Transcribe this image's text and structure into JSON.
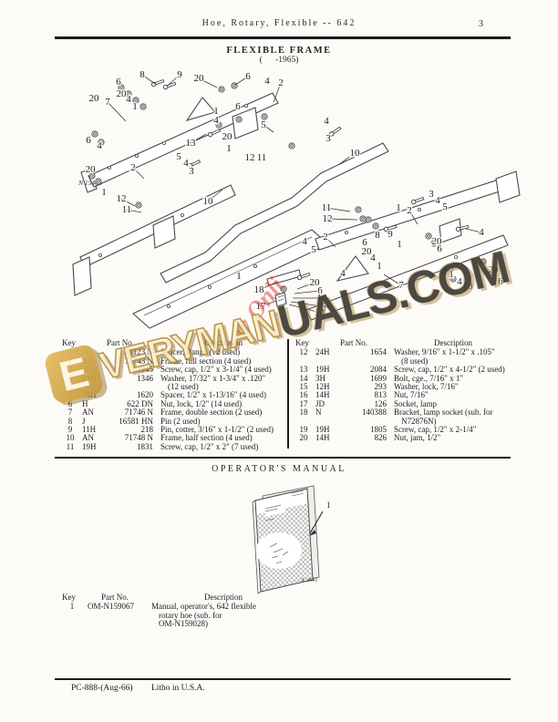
{
  "page": {
    "header": {
      "title": "Hoe, Rotary, Flexible -- 642",
      "page_number": "3"
    },
    "section": {
      "title": "FLEXIBLE FRAME",
      "subtitle": "(      -1965)"
    },
    "footer": {
      "code": "PC-888-(Aug-66)",
      "litho": "Litho in U.S.A."
    }
  },
  "watermark": {
    "full_text": "EVERYMANUALS.COM",
    "logo_letter": "E",
    "gold_part": "VERYMAN",
    "dark_part": "UALS.COM",
    "diagonal_text": "w Onli",
    "gold_color": "#d1a550",
    "dark_color": "#44403a",
    "red_color": "#e2423c"
  },
  "diagram": {
    "figure_label": "N 15408",
    "callouts": [
      [
        "20",
        103,
        108
      ],
      [
        "7",
        118,
        112,
        138,
        133
      ],
      [
        "6",
        130,
        90
      ],
      [
        "20",
        133,
        103
      ],
      [
        "4",
        141,
        109
      ],
      [
        "1",
        148,
        117
      ],
      [
        "8",
        156,
        82,
        170,
        92
      ],
      [
        "9",
        197,
        82,
        184,
        94
      ],
      [
        "20",
        218,
        86,
        238,
        96
      ],
      [
        "6",
        272,
        84,
        258,
        93
      ],
      [
        "4",
        293,
        89
      ],
      [
        "2",
        308,
        91,
        300,
        112
      ],
      [
        "6",
        97,
        154
      ],
      [
        "4",
        109,
        160
      ],
      [
        "20",
        99,
        186
      ],
      [
        "1",
        114,
        211
      ],
      [
        "2",
        146,
        184,
        158,
        196
      ],
      [
        "12",
        133,
        218,
        148,
        226
      ],
      [
        "11",
        139,
        230,
        155,
        233
      ],
      [
        "5",
        196,
        172
      ],
      [
        "4",
        204,
        179
      ],
      [
        "3",
        210,
        188
      ],
      [
        "1",
        237,
        122
      ],
      [
        "4",
        237,
        132
      ],
      [
        "13",
        209,
        157,
        226,
        147
      ],
      [
        "20",
        249,
        150
      ],
      [
        "6",
        261,
        117
      ],
      [
        "1",
        251,
        163
      ],
      [
        "5",
        289,
        137,
        300,
        145
      ],
      [
        "12",
        274,
        173
      ],
      [
        "11",
        287,
        173
      ],
      [
        "10",
        228,
        221,
        244,
        208
      ],
      [
        "4",
        358,
        133
      ],
      [
        "3",
        360,
        152
      ],
      [
        "10",
        389,
        168,
        371,
        181
      ],
      [
        "3",
        473,
        213
      ],
      [
        "4",
        480,
        220
      ],
      [
        "5",
        488,
        227
      ],
      [
        "1",
        437,
        228
      ],
      [
        "2",
        449,
        231,
        458,
        246
      ],
      [
        "11",
        358,
        228,
        384,
        232
      ],
      [
        "12",
        359,
        240,
        392,
        241
      ],
      [
        "4",
        528,
        255,
        511,
        251
      ],
      [
        "8",
        414,
        258
      ],
      [
        "9",
        428,
        257
      ],
      [
        "6",
        400,
        266
      ],
      [
        "20",
        402,
        276
      ],
      [
        "4",
        409,
        283
      ],
      [
        "1",
        416,
        292
      ],
      [
        "1",
        438,
        268
      ],
      [
        "20",
        479,
        265
      ],
      [
        "6",
        482,
        273
      ],
      [
        "2",
        357,
        260,
        368,
        271
      ],
      [
        "5",
        344,
        274
      ],
      [
        "4",
        334,
        265
      ],
      [
        "4",
        376,
        300
      ],
      [
        "20",
        345,
        310,
        326,
        317
      ],
      [
        "6",
        351,
        319,
        323,
        322
      ],
      [
        "16",
        353,
        327,
        321,
        327
      ],
      [
        "15",
        352,
        336,
        319,
        331
      ],
      [
        "14",
        351,
        343,
        317,
        334
      ],
      [
        "18",
        284,
        318,
        305,
        309
      ],
      [
        "17",
        286,
        336,
        303,
        330
      ],
      [
        "1",
        262,
        303
      ],
      [
        "20",
        541,
        296
      ],
      [
        "6",
        549,
        309
      ],
      [
        "1",
        495,
        301
      ],
      [
        "4",
        504,
        309
      ],
      [
        "13",
        513,
        314
      ],
      [
        "7",
        440,
        313,
        421,
        301
      ]
    ],
    "hardware": [
      [
        "w",
        243,
        98
      ],
      [
        "w",
        257,
        94
      ],
      [
        "b",
        170,
        92,
        -20
      ],
      [
        "b",
        183,
        95,
        -20
      ],
      [
        "w",
        133,
        96
      ],
      [
        "w",
        141,
        103
      ],
      [
        "w",
        149,
        110
      ],
      [
        "w",
        157,
        117
      ],
      [
        "w",
        104,
        147
      ],
      [
        "w",
        111,
        156
      ],
      [
        "w",
        101,
        193
      ],
      [
        "w",
        108,
        199
      ],
      [
        "w",
        152,
        225
      ],
      [
        "w",
        290,
        128
      ],
      [
        "w",
        262,
        131
      ],
      [
        "b",
        232,
        147,
        -25
      ],
      [
        "b",
        210,
        181,
        -25
      ],
      [
        "w",
        240,
        137
      ],
      [
        "b",
        365,
        146,
        -35
      ],
      [
        "w",
        320,
        160
      ],
      [
        "b",
        455,
        221,
        -20
      ],
      [
        "w",
        404,
        241
      ],
      [
        "b",
        425,
        251,
        -15
      ],
      [
        "w",
        412,
        248
      ],
      [
        "b",
        504,
        251,
        -15
      ],
      [
        "w",
        530,
        287
      ],
      [
        "w",
        538,
        299
      ],
      [
        "w",
        470,
        259
      ],
      [
        "w",
        476,
        267
      ],
      [
        "b",
        330,
        304,
        -20
      ],
      [
        "w",
        311,
        317
      ],
      [
        "w",
        393,
        230
      ],
      [
        "w",
        398,
        240
      ],
      [
        "b",
        487,
        297,
        -15
      ],
      [
        "w",
        497,
        306
      ]
    ]
  },
  "parts_table": {
    "headers": [
      "Key",
      "Part No.",
      "Description"
    ],
    "left_rows": [
      {
        "key": "1",
        "prefix": "N",
        "number": "73123 N",
        "desc": "Spacer, flange (12 used)"
      },
      {
        "key": "2",
        "prefix": "AN",
        "number": "71743 N",
        "desc": "Frame, full section (4 used)"
      },
      {
        "key": "3",
        "prefix": "19H",
        "number": "1945",
        "desc": "Screw, cap, 1/2\" x 3-1/4\" (4 used)"
      },
      {
        "key": "4",
        "prefix": "24H",
        "number": "1346",
        "desc": "Washer, 17/32\" x 1-3/4\" x .120\"\n(12 used)"
      },
      {
        "key": "5",
        "prefix": "28H",
        "number": "1620",
        "desc": "Spacer, 1/2\" x 1-13/16\" (4 used)"
      },
      {
        "key": "6",
        "prefix": "H",
        "number": "622 DN",
        "desc": "Nut, lock, 1/2\" (14 used)"
      },
      {
        "key": "7",
        "prefix": "AN",
        "number": "71746 N",
        "desc": "Frame, double section (2 used)"
      },
      {
        "key": "8",
        "prefix": "J",
        "number": "16581 HN",
        "desc": "Pin (2 used)"
      },
      {
        "key": "9",
        "prefix": "11H",
        "number": "218",
        "desc": "Pin, cotter, 3/16\" x 1-1/2\" (2 used)"
      },
      {
        "key": "10",
        "prefix": "AN",
        "number": "71748 N",
        "desc": "Frame, half section (4 used)"
      },
      {
        "key": "11",
        "prefix": "19H",
        "number": "1831",
        "desc": "Screw, cap, 1/2\" x 2\" (7 used)"
      }
    ],
    "right_rows": [
      {
        "key": "12",
        "prefix": "24H",
        "number": "1654",
        "desc": "Washer, 9/16\" x 1-1/2\" x .105\"\n(8 used)"
      },
      {
        "key": "13",
        "prefix": "19H",
        "number": "2084",
        "desc": "Screw, cap, 1/2\" x 4-1/2\" (2 used)"
      },
      {
        "key": "14",
        "prefix": "3H",
        "number": "1699",
        "desc": "Bolt, cge., 7/16\" x 1\""
      },
      {
        "key": "15",
        "prefix": "12H",
        "number": "293",
        "desc": "Washer, lock, 7/16\""
      },
      {
        "key": "16",
        "prefix": "14H",
        "number": "813",
        "desc": "Nut, 7/16\""
      },
      {
        "key": "17",
        "prefix": "JD",
        "number": "126",
        "desc": "Socket, lamp"
      },
      {
        "key": "18",
        "prefix": "N",
        "number": "140388",
        "desc": "Bracket, lamp socket (sub. for\nN72876N)"
      },
      {
        "key": "19",
        "prefix": "19H",
        "number": "1805",
        "desc": "Screw, cap, 1/2\" x 2-1/4\""
      },
      {
        "key": "20",
        "prefix": "14H",
        "number": "826",
        "desc": "Nut, jam, 1/2\""
      }
    ]
  },
  "manual_section": {
    "title": "OPERATOR'S MANUAL",
    "figure_callout": "1",
    "figure_caption": "A 2641",
    "table": {
      "headers": [
        "Key",
        "Part No.",
        "Description"
      ],
      "rows": [
        {
          "key": "1",
          "part": "OM-N159067",
          "desc": "Manual, operator's, 642 flexible\nrotary hoe (sub. for\nOM-N159028)"
        }
      ]
    }
  }
}
